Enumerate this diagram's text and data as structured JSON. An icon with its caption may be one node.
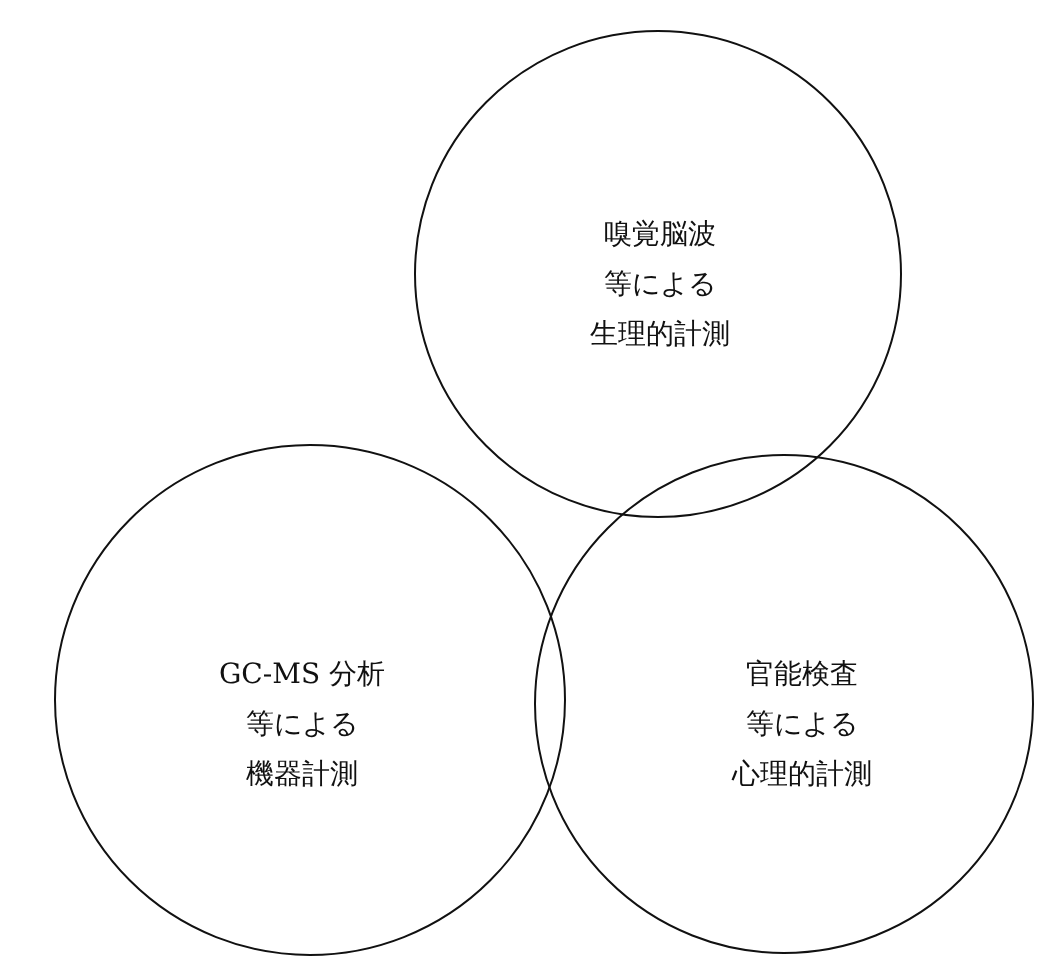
{
  "diagram": {
    "nodes": [
      {
        "text": [
          "嗅覚脳波",
          "等による",
          "生理的計測"
        ]
      },
      {
        "text": [
          "GC-MS 分析",
          "等による",
          "機器計測"
        ]
      },
      {
        "text": [
          "官能検査",
          "等による",
          "心理的計測"
        ]
      }
    ]
  }
}
